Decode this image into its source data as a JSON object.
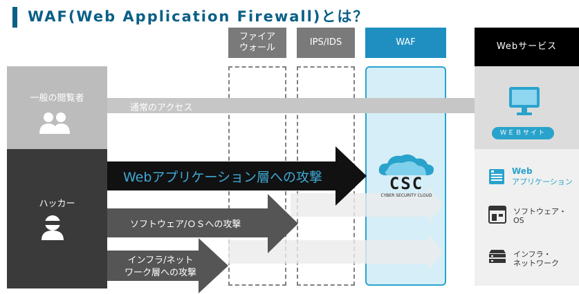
{
  "title": "WAF(Web Application Firewall)とは？",
  "columns": {
    "firewall": "ファイア\nウォール",
    "ipsids": "IPS/IDS",
    "waf": "WAF",
    "webservice": "Webサービス"
  },
  "actors": {
    "viewer": "一般の閲覧者",
    "hacker": "ハッカー"
  },
  "arrows": {
    "normal": "通常のアクセス",
    "webapp": "Webアプリケーション層への攻撃",
    "software": "ソフトウェア/ＯＳへの攻撃",
    "infra": "インフラ/ネット\nワーク層への攻撃"
  },
  "logo": {
    "text": "CSC",
    "sub": "CYBER SECURITY CLOUD"
  },
  "webservice": {
    "badge": "ＷＥＢサイト",
    "items": [
      {
        "icon": "app-window-icon",
        "title": "Web",
        "sub": "アプリケーション"
      },
      {
        "icon": "os-window-icon",
        "title": "ソフトウェア・\nOS"
      },
      {
        "icon": "server-icon",
        "title": "インフラ・\nネットワーク"
      }
    ]
  },
  "colors": {
    "accent": "#0a5f86",
    "waf": "#29a3cc",
    "dark": "#3a3a3a",
    "arrow_dark": "#555555",
    "arrow_black": "#111111"
  }
}
